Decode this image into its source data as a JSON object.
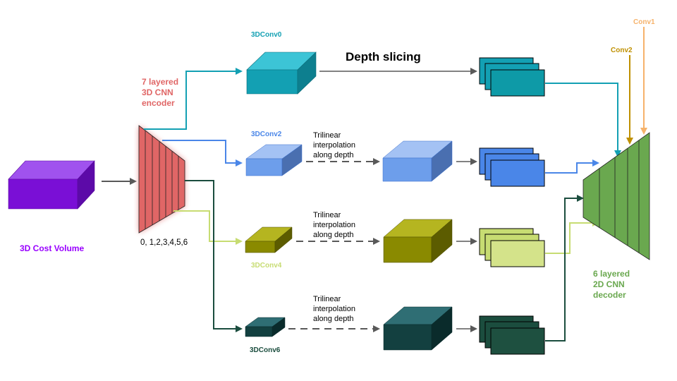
{
  "labels": {
    "cost_volume": "3D Cost Volume",
    "encoder": [
      "7 layered",
      "3D CNN",
      "encoder"
    ],
    "encoder_indices": "0, 1,2,3,4,5,6",
    "conv0": "3DConv0",
    "conv2": "3DConv2",
    "conv4": "3DConv4",
    "conv6": "3DConv6",
    "depth_slicing": "Depth slicing",
    "trilinear": [
      "Trilinear",
      "interpolation",
      "along depth"
    ],
    "decoder": [
      "6 layered",
      "2D CNN",
      "decoder"
    ],
    "conv1": "Conv1",
    "conv2_2d": "Conv2"
  },
  "colors": {
    "cost_volume": "#7a0fd6",
    "encoder": "#e06666",
    "conv0": "#13a0b3",
    "conv2": "#4a86e8",
    "conv4": "#c7dc72",
    "conv4_dark": "#7a7a00",
    "conv6": "#1b4d3e",
    "decoder": "#6aa84f",
    "conv1_arrow": "#f6b26b",
    "conv2_arrow": "#bf9000",
    "arrow_gray": "#595959"
  },
  "icons": [
    "arrow-icon",
    "dashed-arrow-icon"
  ]
}
